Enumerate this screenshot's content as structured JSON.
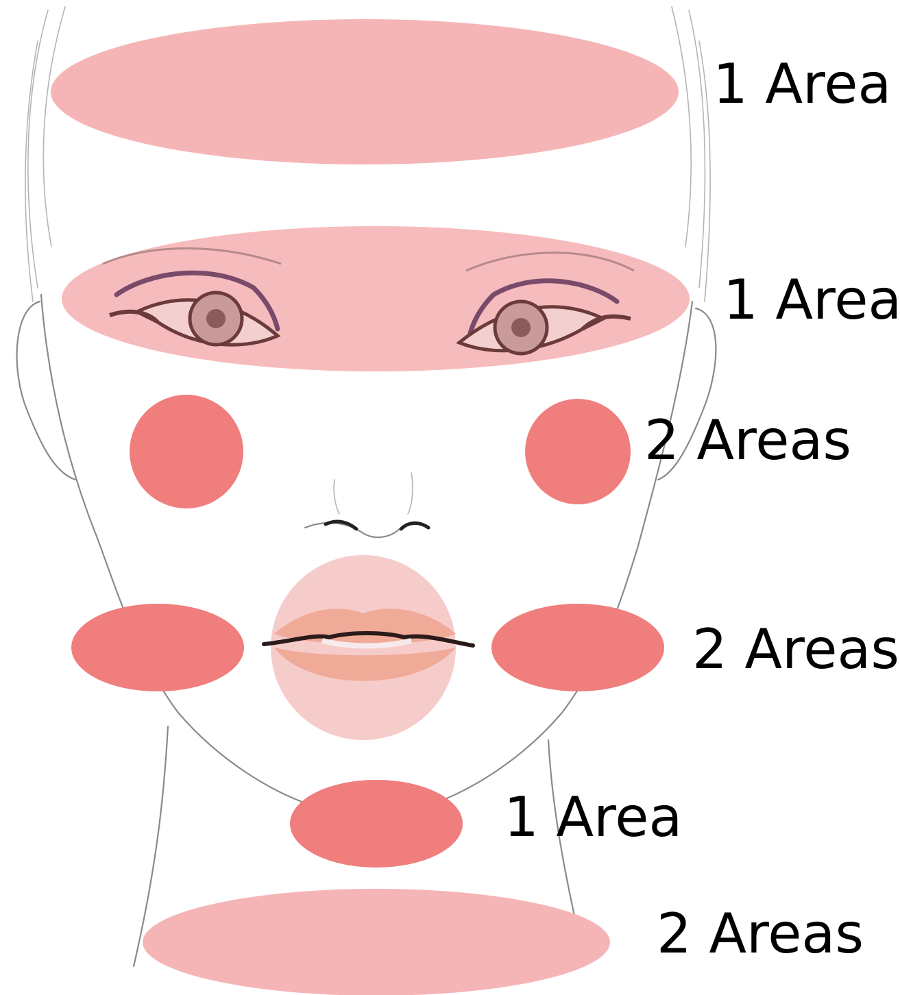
{
  "colors": {
    "forehead": "#f5b5b6",
    "eyes": "#f5b5b6",
    "cheeks": "#ef7e7d",
    "jaw": "#ef7e7d",
    "lips": "#f6cccb",
    "chin": "#ef7e7d",
    "neck": "#f5b5b6",
    "label": "#000000"
  },
  "areas": {
    "forehead": {
      "label": "1 Area"
    },
    "eyes": {
      "label": "1 Area"
    },
    "cheeks": {
      "label": "2 Areas"
    },
    "jaw": {
      "label": "2 Areas"
    },
    "chin": {
      "label": "1 Area"
    },
    "neck": {
      "label": "2 Areas"
    }
  }
}
